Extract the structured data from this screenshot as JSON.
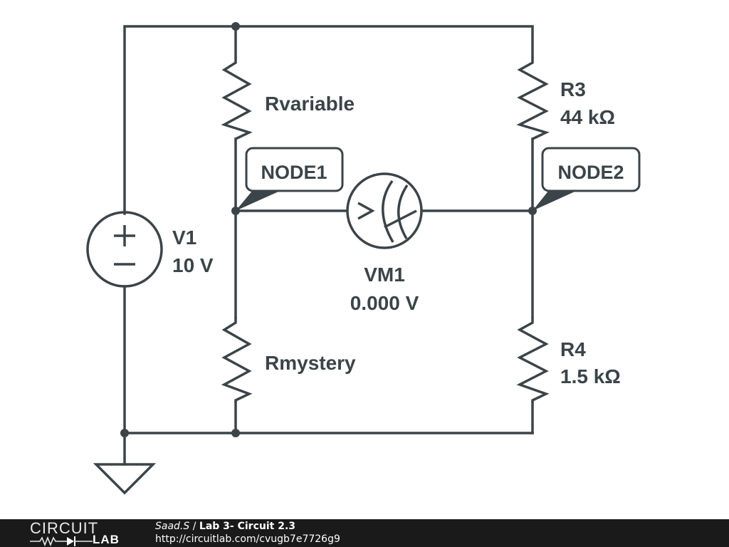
{
  "schematic": {
    "source": {
      "name": "V1",
      "value": "10 V",
      "plus_symbol": "+",
      "minus_symbol": "−"
    },
    "resistors": [
      {
        "id": "rvariable",
        "name": "Rvariable",
        "value": ""
      },
      {
        "id": "r3",
        "name": "R3",
        "value": "44 kΩ"
      },
      {
        "id": "rmystery",
        "name": "Rmystery",
        "value": ""
      },
      {
        "id": "r4",
        "name": "R4",
        "value": "1.5 kΩ"
      }
    ],
    "voltmeter": {
      "name": "VM1",
      "reading": "0.000 V",
      "icon": "voltmeter-icon",
      "symbol": ">"
    },
    "nodes": [
      {
        "label": "NODE1"
      },
      {
        "label": "NODE2"
      }
    ],
    "ground": {
      "icon": "ground-icon"
    }
  },
  "footer": {
    "logo_top": "CIRCUIT",
    "logo_bottom": "LAB",
    "author": "Saad.S",
    "separator": " / ",
    "title": "Lab 3- Circuit 2.3",
    "url": "http://circuitlab.com/cvugb7e7726g9"
  },
  "colors": {
    "ink": "#3b4448",
    "background": "#ffffff",
    "footer_bg": "#1a1a1a"
  }
}
